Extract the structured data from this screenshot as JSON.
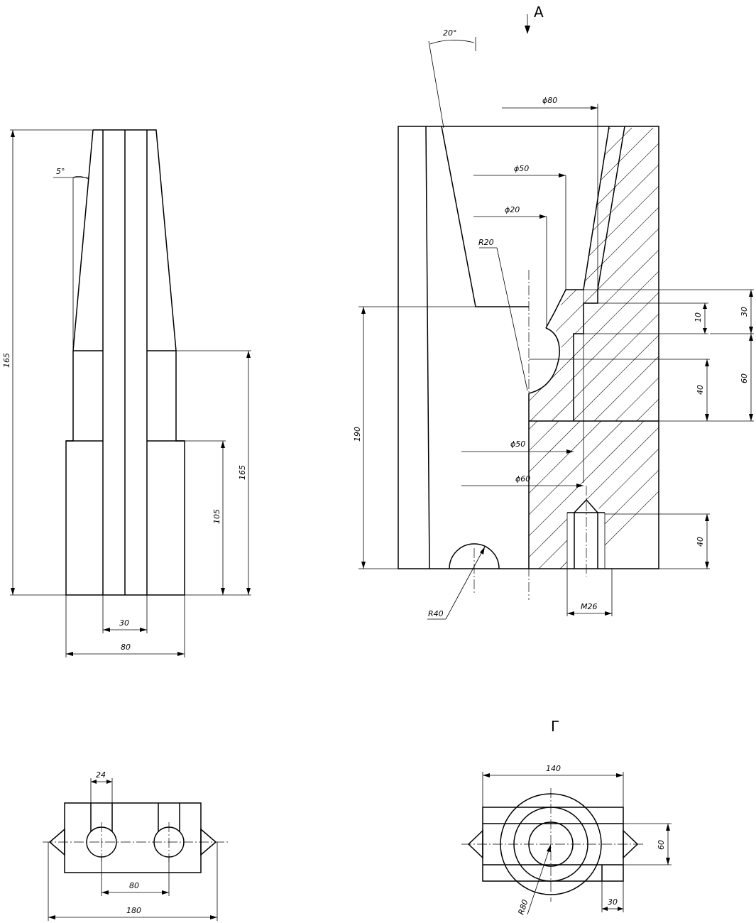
{
  "view_labels": {
    "view_a": "А",
    "view_g": "Г"
  },
  "dimensions": {
    "angle_20": "20°",
    "dia_80": "ϕ80",
    "dia_50_top": "ϕ50",
    "dia_20": "ϕ20",
    "r_20": "R20",
    "h_190": "190",
    "h_10": "10",
    "h_30": "30",
    "h_60": "60",
    "h_40_mid": "40",
    "dia_50_bottom": "ϕ50",
    "dia_60": "ϕ60",
    "h_40_bottom": "40",
    "r_40": "R40",
    "m_26": "M26",
    "angle_5": "5°",
    "h_165_total": "165",
    "h_165": "165",
    "h_105": "105",
    "w_30": "30",
    "w_80": "80",
    "w_24": "24",
    "w_80_holes": "80",
    "w_180": "180",
    "w_140": "140",
    "h_60_plan": "60",
    "r_80": "R80",
    "w_30_plan": "30"
  }
}
